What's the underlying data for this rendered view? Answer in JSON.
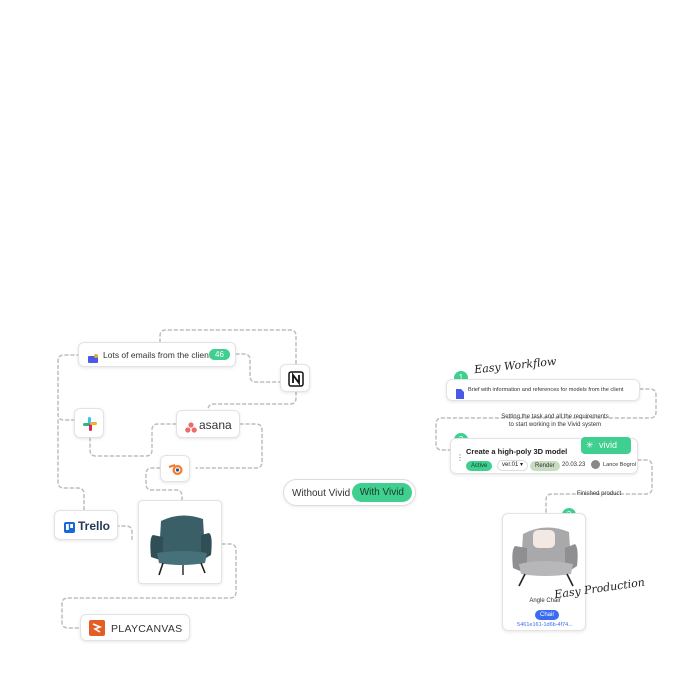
{
  "left_panel": {
    "email_card": {
      "label": "Lots of emails from the client",
      "count": "46"
    },
    "asana_label": "asana",
    "trello_label": "Trello",
    "playcanvas_label": "PLAYCANVAS"
  },
  "toggle": {
    "off_label": "Without Vivid",
    "on_label": "With Vivid"
  },
  "right_panel": {
    "workflow_title": "Easy Workflow",
    "step1": {
      "number": "1",
      "text": "Brief with information and references for models from the client"
    },
    "note1": "Setting the task and all the requirements to start working in the Vivid system",
    "step2": {
      "number": "2",
      "title": "Create a high-poly 3D model",
      "brand": "vivid",
      "status": "Active",
      "version": "ver.01",
      "stage": "Render",
      "date": "20.03.23",
      "assignee": "Lance Bogrol"
    },
    "note2": "Finished product",
    "step3": {
      "number": "3",
      "product_name": "Angle Chair",
      "tag": "Chair",
      "id": "5461e161-1d6b-4f74..."
    },
    "production_title": "Easy Production"
  },
  "colors": {
    "accent": "#3fcf8e",
    "tag_blue": "#3b6cf0",
    "asana": "#f06a6a",
    "playcanvas": "#e35d24",
    "trello": "#1769d8"
  }
}
